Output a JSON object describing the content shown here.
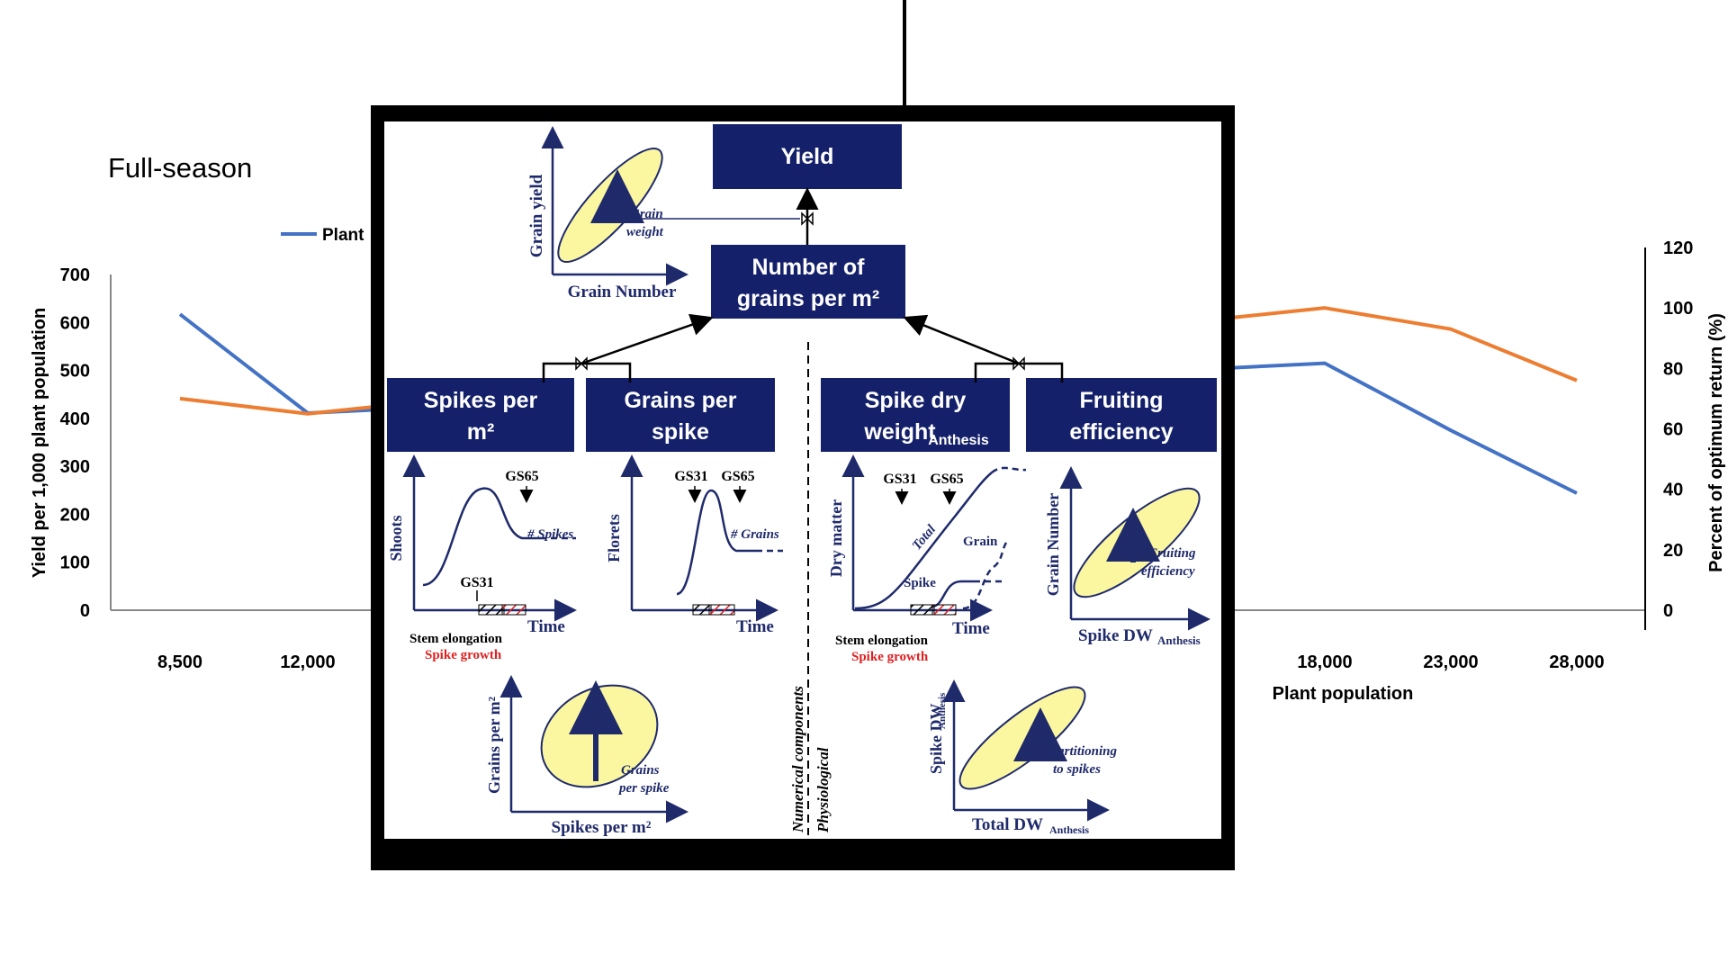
{
  "chart_data": {
    "type": "line",
    "title": "Full-season",
    "x": [
      "8,500",
      "12,000",
      "18,000",
      "23,000",
      "28,000"
    ],
    "x_visible_ticks": [
      "8,500",
      "12,000",
      "18,000",
      "23,000",
      "28,000"
    ],
    "xlabel": "Plant population",
    "ylabel_left": "Yield per 1,000 plant population",
    "ylabel_right": "Percent of optimum return (%)",
    "ylim_left": [
      0,
      700
    ],
    "yticks_left": [
      "0",
      "100",
      "200",
      "300",
      "400",
      "500",
      "600",
      "700"
    ],
    "ylim_right": [
      0,
      120
    ],
    "yticks_right": [
      "0",
      "20",
      "40",
      "60",
      "80",
      "100",
      "120"
    ],
    "legend": {
      "entries": [
        "Plant"
      ],
      "placement": "top-left"
    },
    "series": [
      {
        "name": "Plant",
        "axis": "left",
        "color": "#4472c4",
        "points": [
          [
            "8,500",
            617
          ],
          [
            "12,000",
            411
          ],
          [
            "18,000",
            515
          ],
          [
            "23,000",
            375
          ],
          [
            "28,000",
            244
          ]
        ]
      },
      {
        "axis": "right",
        "color": "#ed7d31",
        "points": [
          [
            "8,500",
            70
          ],
          [
            "12,000",
            65
          ],
          [
            "18,000",
            100
          ],
          [
            "23,000",
            93
          ],
          [
            "28,000",
            76
          ]
        ]
      }
    ]
  },
  "diagram": {
    "boxes": {
      "yield": "Yield",
      "grains_line1": "Number of",
      "grains_line2": "grains per m²",
      "spikes_line1": "Spikes per",
      "spikes_line2": "m²",
      "gps_line1": "Grains per",
      "gps_line2": "spike",
      "sdw_line1": "Spike dry",
      "sdw_line2": "weight",
      "sdw_sub": "Anthesis",
      "fe_line1": "Fruiting",
      "fe_line2": "efficiency"
    },
    "top_plot": {
      "ylabel": "Grain yield",
      "xlabel": "Grain Number",
      "ellipse_label_1": "Grain",
      "ellipse_label_2": "weight"
    },
    "shoots_plot": {
      "ylabel": "Shoots",
      "gs_top": "GS65",
      "gs_bottom": "GS31",
      "curve_label": "# Spikes",
      "xlabel": "Time",
      "stem_label": "Stem elongation",
      "spike_label": "Spike growth"
    },
    "florets_plot": {
      "ylabel": "Florets",
      "gs1": "GS31",
      "gs2": "GS65",
      "curve_label": "# Grains",
      "xlabel": "Time"
    },
    "drymatter_plot": {
      "ylabel": "Dry matter",
      "gs1": "GS31",
      "gs2": "GS65",
      "total": "Total",
      "grain": "Grain",
      "spike": "Spike",
      "xlabel": "Time",
      "stem_label": "Stem elongation",
      "spike_label": "Spike growth"
    },
    "grainnum_plot": {
      "ylabel": "Grain Number",
      "xlabel": "Spike DW",
      "xlabel_sub": "Anthesis",
      "label_1": "Fruiting",
      "label_2": "efficiency"
    },
    "gps_plot": {
      "ylabel": "Grains per m²",
      "xlabel": "Spikes per m²",
      "label_1": "Grains",
      "label_2": "per spike"
    },
    "sdw_plot": {
      "ylabel": "Spike DW",
      "ylabel_sub": "Anthesis",
      "xlabel": "Total DW",
      "xlabel_sub": "Anthesis",
      "label_1": "Partitioning",
      "label_2": "to spikes"
    },
    "divider": {
      "upper": "Numerical components",
      "lower": "Physiological"
    }
  },
  "colors": {
    "navy_box": "#14206a",
    "ellipse_fill": "#fbf7a1",
    "frame": "#000000",
    "spike_growth_text": "#e02020"
  }
}
